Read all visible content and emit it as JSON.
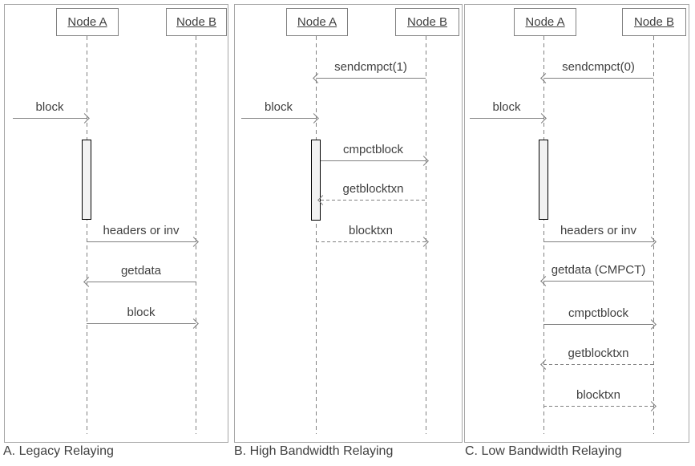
{
  "diagram": {
    "panels": [
      {
        "caption": "A. Legacy Relaying",
        "nodes": [
          {
            "label": "Node A"
          },
          {
            "label": "Node B"
          }
        ],
        "external_message": {
          "label": "block",
          "to": "Node A"
        },
        "messages": [
          {
            "label": "headers or inv",
            "from": "Node A",
            "to": "Node B",
            "line": "solid"
          },
          {
            "label": "getdata",
            "from": "Node B",
            "to": "Node A",
            "line": "solid"
          },
          {
            "label": "block",
            "from": "Node A",
            "to": "Node B",
            "line": "solid"
          }
        ]
      },
      {
        "caption": "B. High Bandwidth Relaying",
        "nodes": [
          {
            "label": "Node A"
          },
          {
            "label": "Node B"
          }
        ],
        "setup_message": {
          "label": "sendcmpct(1)",
          "from": "Node B",
          "to": "Node A",
          "line": "solid"
        },
        "external_message": {
          "label": "block",
          "to": "Node A"
        },
        "messages": [
          {
            "label": "cmpctblock",
            "from": "Node A",
            "to": "Node B",
            "line": "solid"
          },
          {
            "label": "getblocktxn",
            "from": "Node B",
            "to": "Node A",
            "line": "dashed"
          },
          {
            "label": "blocktxn",
            "from": "Node A",
            "to": "Node B",
            "line": "dashed"
          }
        ]
      },
      {
        "caption": "C. Low Bandwidth Relaying",
        "nodes": [
          {
            "label": "Node A"
          },
          {
            "label": "Node B"
          }
        ],
        "setup_message": {
          "label": "sendcmpct(0)",
          "from": "Node B",
          "to": "Node A",
          "line": "solid"
        },
        "external_message": {
          "label": "block",
          "to": "Node A"
        },
        "messages": [
          {
            "label": "headers or inv",
            "from": "Node A",
            "to": "Node B",
            "line": "solid"
          },
          {
            "label": "getdata (CMPCT)",
            "from": "Node B",
            "to": "Node A",
            "line": "solid"
          },
          {
            "label": "cmpctblock",
            "from": "Node A",
            "to": "Node B",
            "line": "solid"
          },
          {
            "label": "getblocktxn",
            "from": "Node B",
            "to": "Node A",
            "line": "dashed"
          },
          {
            "label": "blocktxn",
            "from": "Node A",
            "to": "Node B",
            "line": "dashed"
          }
        ]
      }
    ],
    "colors": {
      "line": "#808080",
      "text": "#404040",
      "panel_border": "#a6a6a6",
      "activation_fill": "#f2f2f2",
      "activation_border": "#000000",
      "background": "#ffffff"
    }
  }
}
